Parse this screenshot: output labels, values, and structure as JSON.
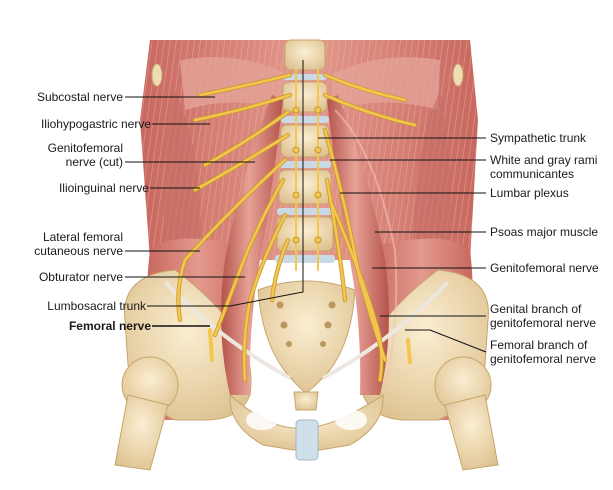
{
  "labels_left": [
    {
      "id": "subcostal",
      "lines": [
        "Subcostal nerve"
      ],
      "bold": false
    },
    {
      "id": "iliohypogastric",
      "lines": [
        "Iliohypogastric nerve"
      ],
      "bold": false
    },
    {
      "id": "genitofemoral-cut",
      "lines": [
        "Genitofemoral",
        "nerve (cut)"
      ],
      "bold": false
    },
    {
      "id": "ilioinguinal",
      "lines": [
        "Ilioinguinal nerve"
      ],
      "bold": false
    },
    {
      "id": "lateral-femoral-cutaneous",
      "lines": [
        "Lateral femoral",
        "cutaneous nerve"
      ],
      "bold": false
    },
    {
      "id": "obturator",
      "lines": [
        "Obturator nerve"
      ],
      "bold": false
    },
    {
      "id": "lumbosacral-trunk",
      "lines": [
        "Lumbosacral trunk"
      ],
      "bold": false
    },
    {
      "id": "femoral",
      "lines": [
        "Femoral nerve"
      ],
      "bold": true
    }
  ],
  "labels_right": [
    {
      "id": "sympathetic-trunk",
      "lines": [
        "Sympathetic trunk"
      ],
      "bold": false
    },
    {
      "id": "rami-communicantes",
      "lines": [
        "White and gray rami",
        "communicantes"
      ],
      "bold": false
    },
    {
      "id": "lumbar-plexus",
      "lines": [
        "Lumbar plexus"
      ],
      "bold": false
    },
    {
      "id": "psoas-major",
      "lines": [
        "Psoas major muscle"
      ],
      "bold": false
    },
    {
      "id": "genitofemoral",
      "lines": [
        "Genitofemoral nerve"
      ],
      "bold": false
    },
    {
      "id": "genital-branch",
      "lines": [
        "Genital branch of",
        "genitofemoral nerve"
      ],
      "bold": false
    },
    {
      "id": "femoral-branch",
      "lines": [
        "Femoral branch of",
        "genitofemoral nerve"
      ],
      "bold": false
    }
  ],
  "colors": {
    "muscle": "#d9847b",
    "muscle_light": "#ecb2a6",
    "muscle_dark": "#b85a52",
    "bone": "#f3dfb8",
    "bone_shadow": "#d9bd8a",
    "nerve": "#f2c64f",
    "nerve_edge": "#c9982a",
    "disc": "#c9d9e6",
    "tendon": "#e8e4de",
    "leader": "#111111"
  }
}
